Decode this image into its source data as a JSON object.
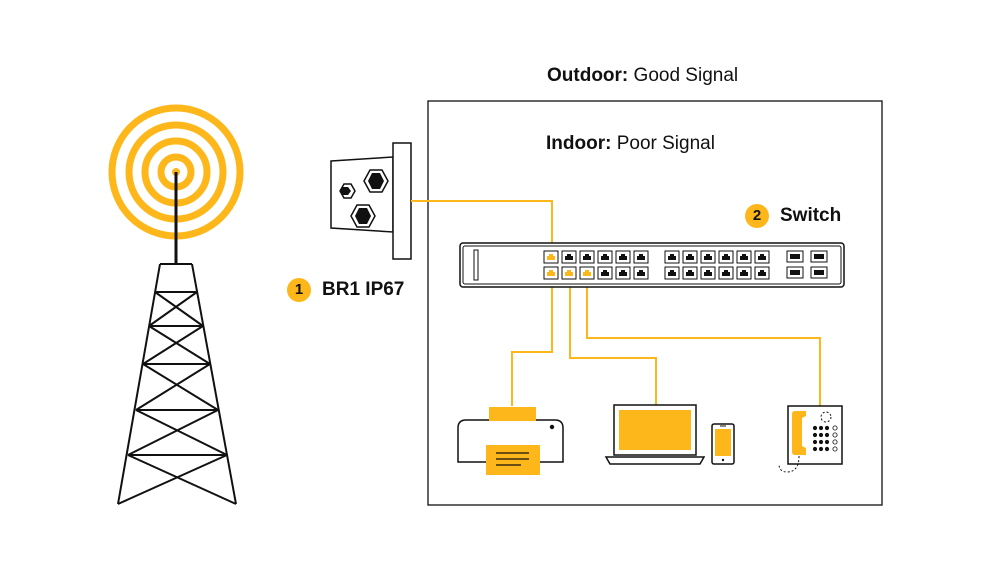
{
  "colors": {
    "accent": "#FDB71A",
    "line": "#111111",
    "background": "#FFFFFF"
  },
  "labels": {
    "outdoor": {
      "prefix": "Outdoor:",
      "text": " Good Signal"
    },
    "indoor": {
      "prefix": "Indoor:",
      "text": " Poor Signal"
    }
  },
  "callouts": [
    {
      "number": "1",
      "text": "BR1 IP67"
    },
    {
      "number": "2",
      "text": "Switch"
    }
  ],
  "icons": [
    "cell-tower-icon",
    "router-icon",
    "network-switch-icon",
    "printer-icon",
    "laptop-icon",
    "smartphone-icon",
    "desk-phone-icon"
  ]
}
